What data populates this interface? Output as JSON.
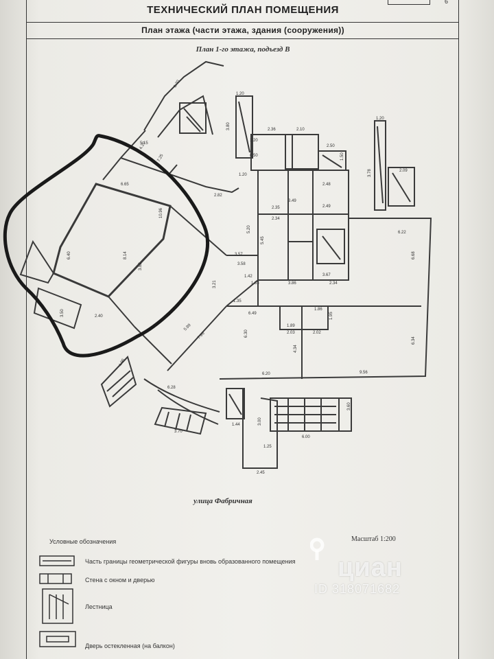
{
  "header": {
    "title": "ТЕХНИЧЕСКИЙ ПЛАН ПОМЕЩЕНИЯ",
    "subtitle": "План этажа (части этажа, здания (сооружения))",
    "plan_caption": "План 1-го этажа, подъезд В",
    "sheet_number": "6"
  },
  "plan": {
    "dimensions": [
      {
        "label": "6.70"
      },
      {
        "label": "1.20"
      },
      {
        "label": "3.80"
      },
      {
        "label": "2.36"
      },
      {
        "label": "2.10"
      },
      {
        "label": "1.20"
      },
      {
        "label": "2.50"
      },
      {
        "label": "1.50"
      },
      {
        "label": "8.50"
      },
      {
        "label": "4.20"
      },
      {
        "label": "1.20"
      },
      {
        "label": "3.78"
      },
      {
        "label": "2.09"
      },
      {
        "label": "1.20"
      },
      {
        "label": "2.48"
      },
      {
        "label": "2.49"
      },
      {
        "label": "2.35"
      },
      {
        "label": "2.34"
      },
      {
        "label": "6.22"
      },
      {
        "label": "5.20"
      },
      {
        "label": "5.45"
      },
      {
        "label": "3.67"
      },
      {
        "label": "3.86"
      },
      {
        "label": "2.34"
      },
      {
        "label": "3.57"
      },
      {
        "label": "3.58"
      },
      {
        "label": "1.42"
      },
      {
        "label": "1.83"
      },
      {
        "label": "3.21"
      },
      {
        "label": "1.35"
      },
      {
        "label": "6.49"
      },
      {
        "label": "1.86"
      },
      {
        "label": "1.95"
      },
      {
        "label": "1.89"
      },
      {
        "label": "2.03"
      },
      {
        "label": "2.02"
      },
      {
        "label": "6.30"
      },
      {
        "label": "4.34"
      },
      {
        "label": "6.20"
      },
      {
        "label": "9.56"
      },
      {
        "label": "6.34"
      },
      {
        "label": "6.68"
      },
      {
        "label": "5.99"
      },
      {
        "label": "7.96"
      },
      {
        "label": "4.96"
      },
      {
        "label": "6.28"
      },
      {
        "label": "3.70"
      },
      {
        "label": "1.44"
      },
      {
        "label": "3.00"
      },
      {
        "label": "1.25"
      },
      {
        "label": "2.45"
      },
      {
        "label": "6.00"
      },
      {
        "label": "3.60"
      },
      {
        "label": "3.49"
      },
      {
        "label": "6.40"
      },
      {
        "label": "8.14"
      },
      {
        "label": "3.82"
      },
      {
        "label": "10.96"
      },
      {
        "label": "2.40"
      },
      {
        "label": "3.50"
      },
      {
        "label": "6.65"
      },
      {
        "label": "2.82"
      },
      {
        "label": "7.25"
      },
      {
        "label": "5.15"
      }
    ]
  },
  "street_label": "улица Фабричная",
  "scale_label": "Масштаб 1:200",
  "legend": {
    "title": "Условные обозначения",
    "items": [
      {
        "text": "Часть границы геометрической фигуры вновь образованного помещения"
      },
      {
        "text": "Стена с окном и дверью"
      },
      {
        "text": "Лестница"
      },
      {
        "text": "Дверь остекленная (на балкон)"
      }
    ]
  },
  "watermark": {
    "brand": "циан",
    "id": "ID 318071682"
  }
}
